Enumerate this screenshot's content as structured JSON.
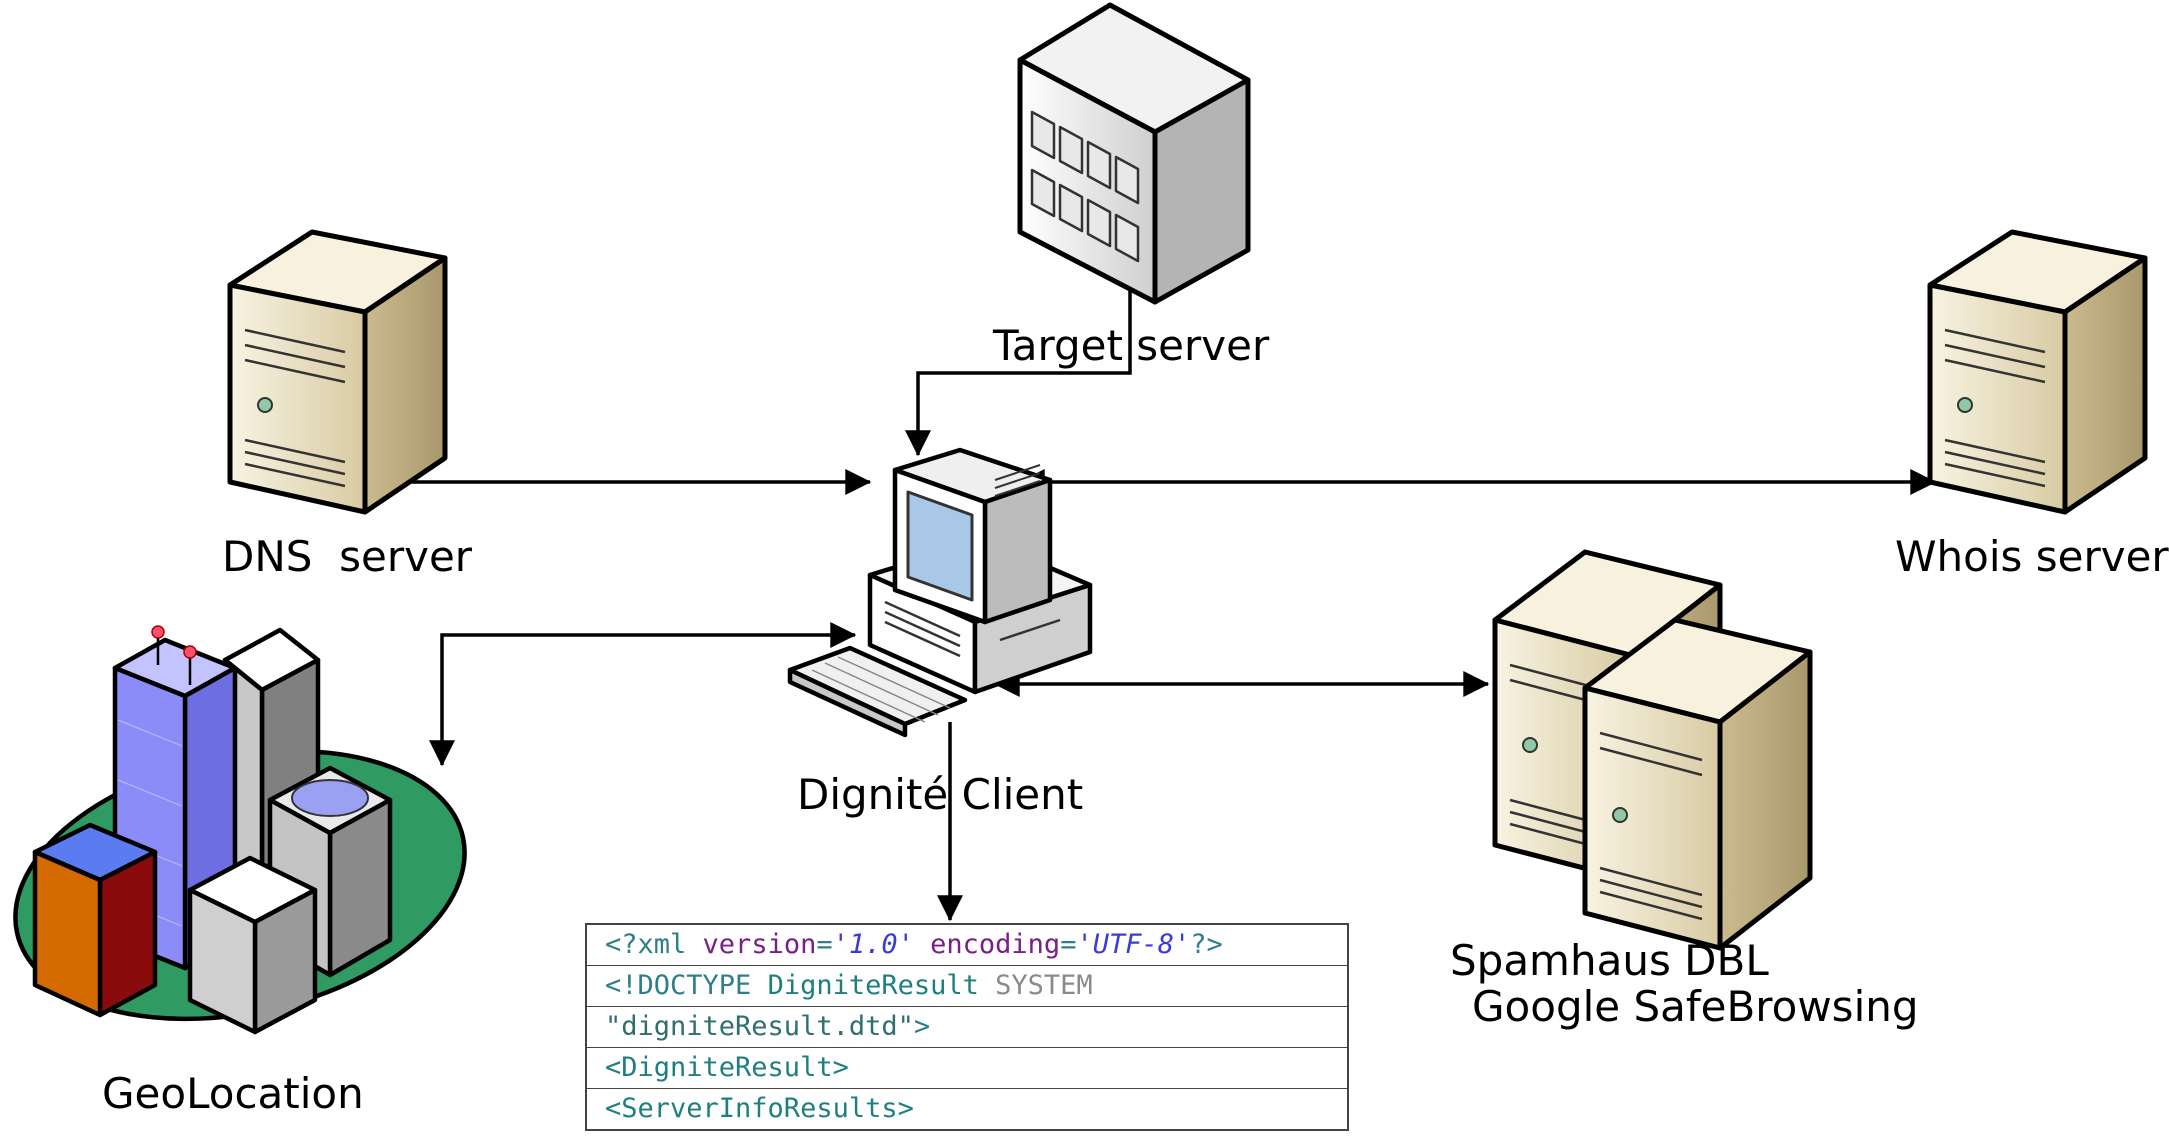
{
  "labels": {
    "target_server": "Target server",
    "dns_server": "DNS  server",
    "whois_server": "Whois server",
    "dignite_client": "Dignité Client",
    "geolocation": "GeoLocation",
    "spamhaus": "Spamhaus DBL",
    "google_safebrowsing": "Google SafeBrowsing"
  },
  "xml": {
    "line1": {
      "open": "<?xml ",
      "attr1": "version",
      "eq1": "=",
      "val1": "'1.0'",
      "attr2": " encoding",
      "eq2": "=",
      "val2": "'UTF-8'",
      "close": "?>"
    },
    "line2": {
      "open": "<!DOCTYPE ",
      "name": "DigniteResult",
      "keyword": " SYSTEM"
    },
    "line3": {
      "text": "\"digniteResult.dtd\"",
      "close": ">"
    },
    "line4": {
      "text": "<DigniteResult>"
    },
    "line5": {
      "text": "<ServerInfoResults>"
    }
  },
  "colors": {
    "server_beige": "#ece3c6",
    "server_side": "#c9b98f",
    "geo_ellipse": "#2f9b62",
    "tower_blue": "#8b8cf7",
    "tower_orange": "#d46a00",
    "tower_maroon": "#8a0b0b"
  }
}
